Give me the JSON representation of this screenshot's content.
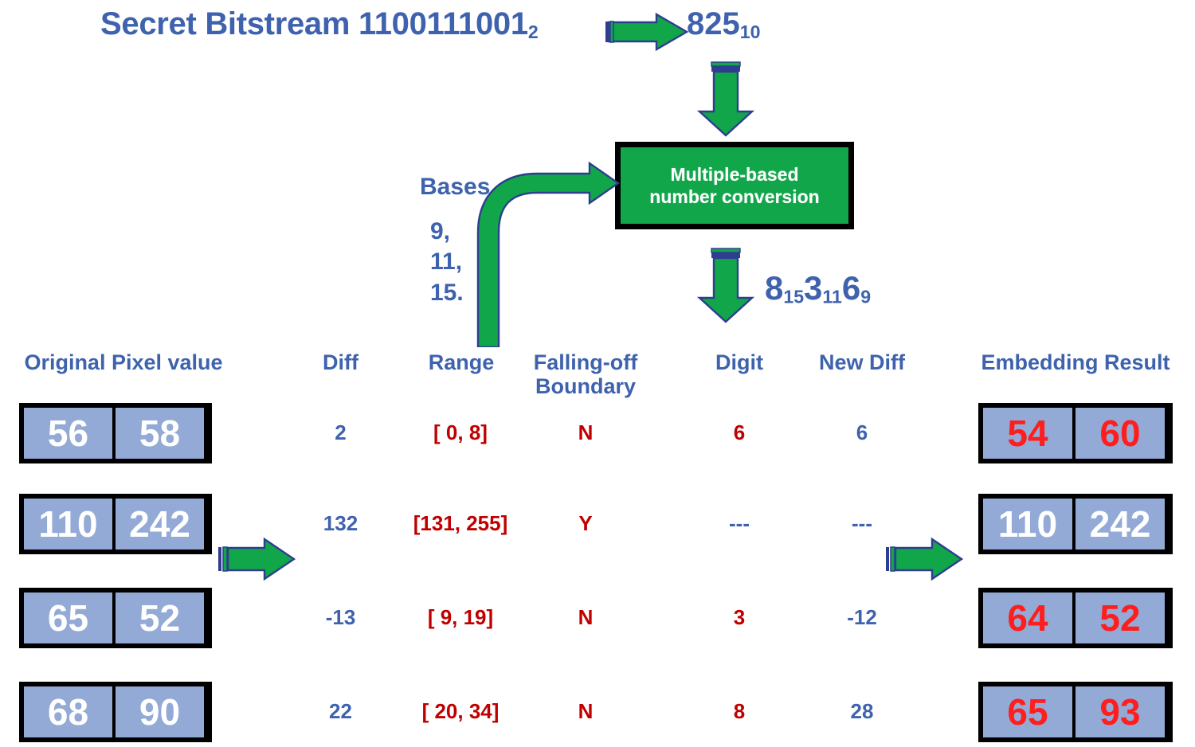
{
  "title": {
    "label": "Secret Bitstream",
    "bitstream": "1100111001",
    "bitstream_sub": "2",
    "decimal": "825",
    "decimal_sub": "10",
    "arrow": "green-right-arrow"
  },
  "conversion": {
    "box_line1": "Multiple-based",
    "box_line2": "number conversion",
    "bases_label": "Bases",
    "bases": [
      "9,",
      "11,",
      "15."
    ],
    "output_digits": [
      {
        "digit": "8",
        "base": "15"
      },
      {
        "digit": "3",
        "base": "11"
      },
      {
        "digit": "6",
        "base": "9"
      }
    ]
  },
  "headers": {
    "original": "Original Pixel value",
    "diff": "Diff",
    "range": "Range",
    "falling_off": "Falling-off\nBoundary",
    "falling_off_l1": "Falling-off",
    "falling_off_l2": "Boundary",
    "digit": "Digit",
    "new_diff": "New Diff",
    "embedding": "Embedding Result"
  },
  "rows": [
    {
      "original": [
        "56",
        "58"
      ],
      "diff": "2",
      "range": "[   0,   8]",
      "falling_off": "N",
      "digit": "6",
      "new_diff": "6",
      "embedding": [
        "54",
        "60"
      ],
      "embedding_color": "red"
    },
    {
      "original": [
        "110",
        "242"
      ],
      "diff": "132",
      "range": "[131, 255]",
      "falling_off": "Y",
      "digit": "---",
      "new_diff": "---",
      "embedding": [
        "110",
        "242"
      ],
      "embedding_color": "white"
    },
    {
      "original": [
        "65",
        "52"
      ],
      "diff": "-13",
      "range": "[   9,  19]",
      "falling_off": "N",
      "digit": "3",
      "new_diff": "-12",
      "embedding": [
        "64",
        "52"
      ],
      "embedding_color": "red"
    },
    {
      "original": [
        "68",
        "90"
      ],
      "diff": "22",
      "range": "[  20,  34]",
      "falling_off": "N",
      "digit": "8",
      "new_diff": "28",
      "embedding": [
        "65",
        "93"
      ],
      "embedding_color": "red"
    }
  ],
  "colors": {
    "blue_text": "#3E62AE",
    "dark_red": "#C00000",
    "bright_red": "#FF1E1E",
    "green": "#11A64A",
    "cell_fill": "#94AAD6",
    "outline": "#000000",
    "arrow_stroke": "#2E3D8F"
  }
}
